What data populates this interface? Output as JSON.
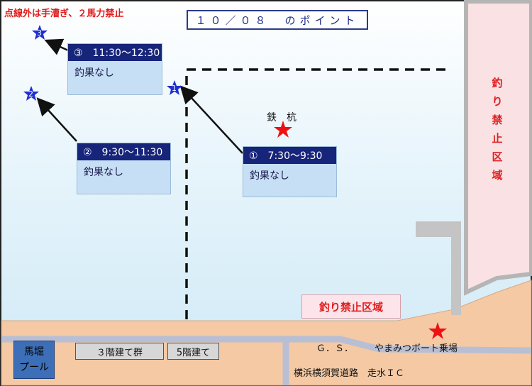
{
  "title": "１０／０８　のポイント",
  "note": "点線外は手漕ぎ、２馬力禁止",
  "points": [
    {
      "marker": "1",
      "header": "①　7:30〜9:30",
      "result": "釣果なし"
    },
    {
      "marker": "2",
      "header": "②　9:30〜11:30",
      "result": "釣果なし"
    },
    {
      "marker": "3",
      "header": "③　11:30〜12:30",
      "result": "釣果なし"
    }
  ],
  "landmarks": {
    "iron_stake": "鉄　杭",
    "no_fishing_vertical": [
      "釣",
      "り",
      "禁",
      "止",
      "区",
      "域"
    ],
    "no_fishing_box": "釣り禁止区域",
    "gas_station": "Ｇ．Ｓ．",
    "boat_dock": "やまみつボート乗場",
    "road": "横浜横須賀道路　走水ＩＣ",
    "building_3f": "３階建て群",
    "building_5f": "5階建て",
    "pool": [
      "馬堀",
      "プール"
    ]
  },
  "colors": {
    "marker_blue": "#1f2fd0",
    "header_navy": "#16247a",
    "card_fill": "#c6dff5",
    "star_red": "#ee1111",
    "warning_red": "#e02020",
    "land": "#f4c9a4",
    "restricted_zone": "#f9e1e4"
  }
}
